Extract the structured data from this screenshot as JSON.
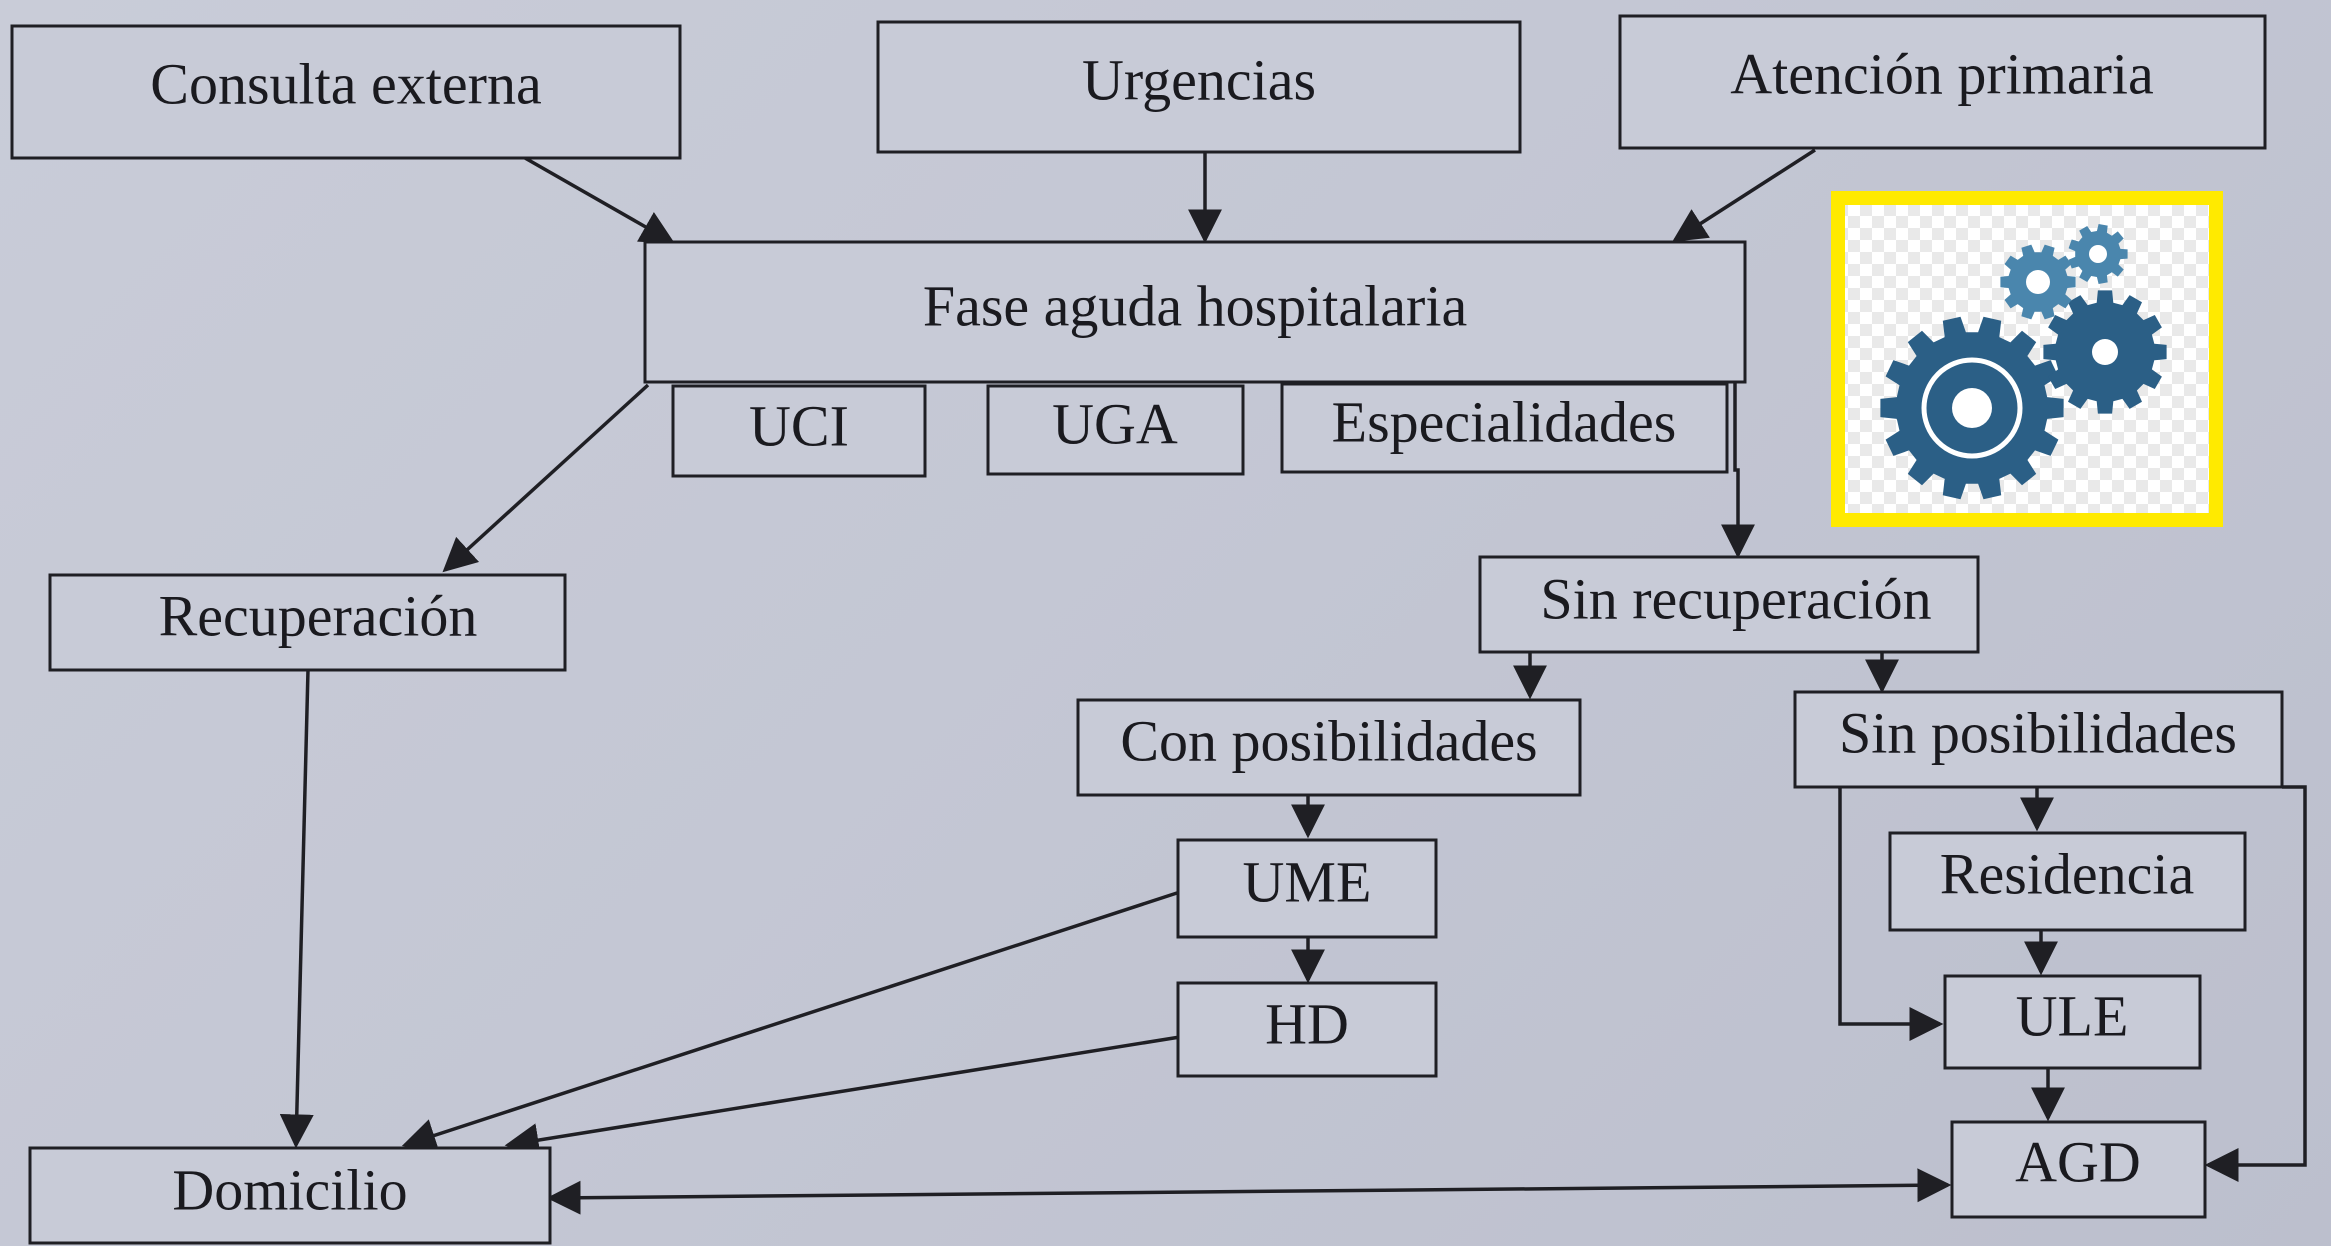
{
  "nodes": {
    "consulta_externa": "Consulta externa",
    "urgencias": "Urgencias",
    "atencion_primaria": "Atención primaria",
    "fase_aguda": "Fase aguda hospitalaria",
    "uci": "UCI",
    "uga": "UGA",
    "especialidades": "Especialidades",
    "recuperacion": "Recuperación",
    "sin_recuperacion": "Sin recuperación",
    "con_posibilidades": "Con posibilidades",
    "sin_posibilidades": "Sin posibilidades",
    "ume": "UME",
    "hd": "HD",
    "residencia": "Residencia",
    "ule": "ULE",
    "agd": "AGD",
    "domicilio": "Domicilio"
  },
  "icon": "gears-icon",
  "colors": {
    "line": "#1f1f24",
    "background": "#c6c9d5",
    "icon_frame": "#ffea00",
    "gear_dark": "#2b5f86",
    "gear_light": "#4a86ad"
  }
}
